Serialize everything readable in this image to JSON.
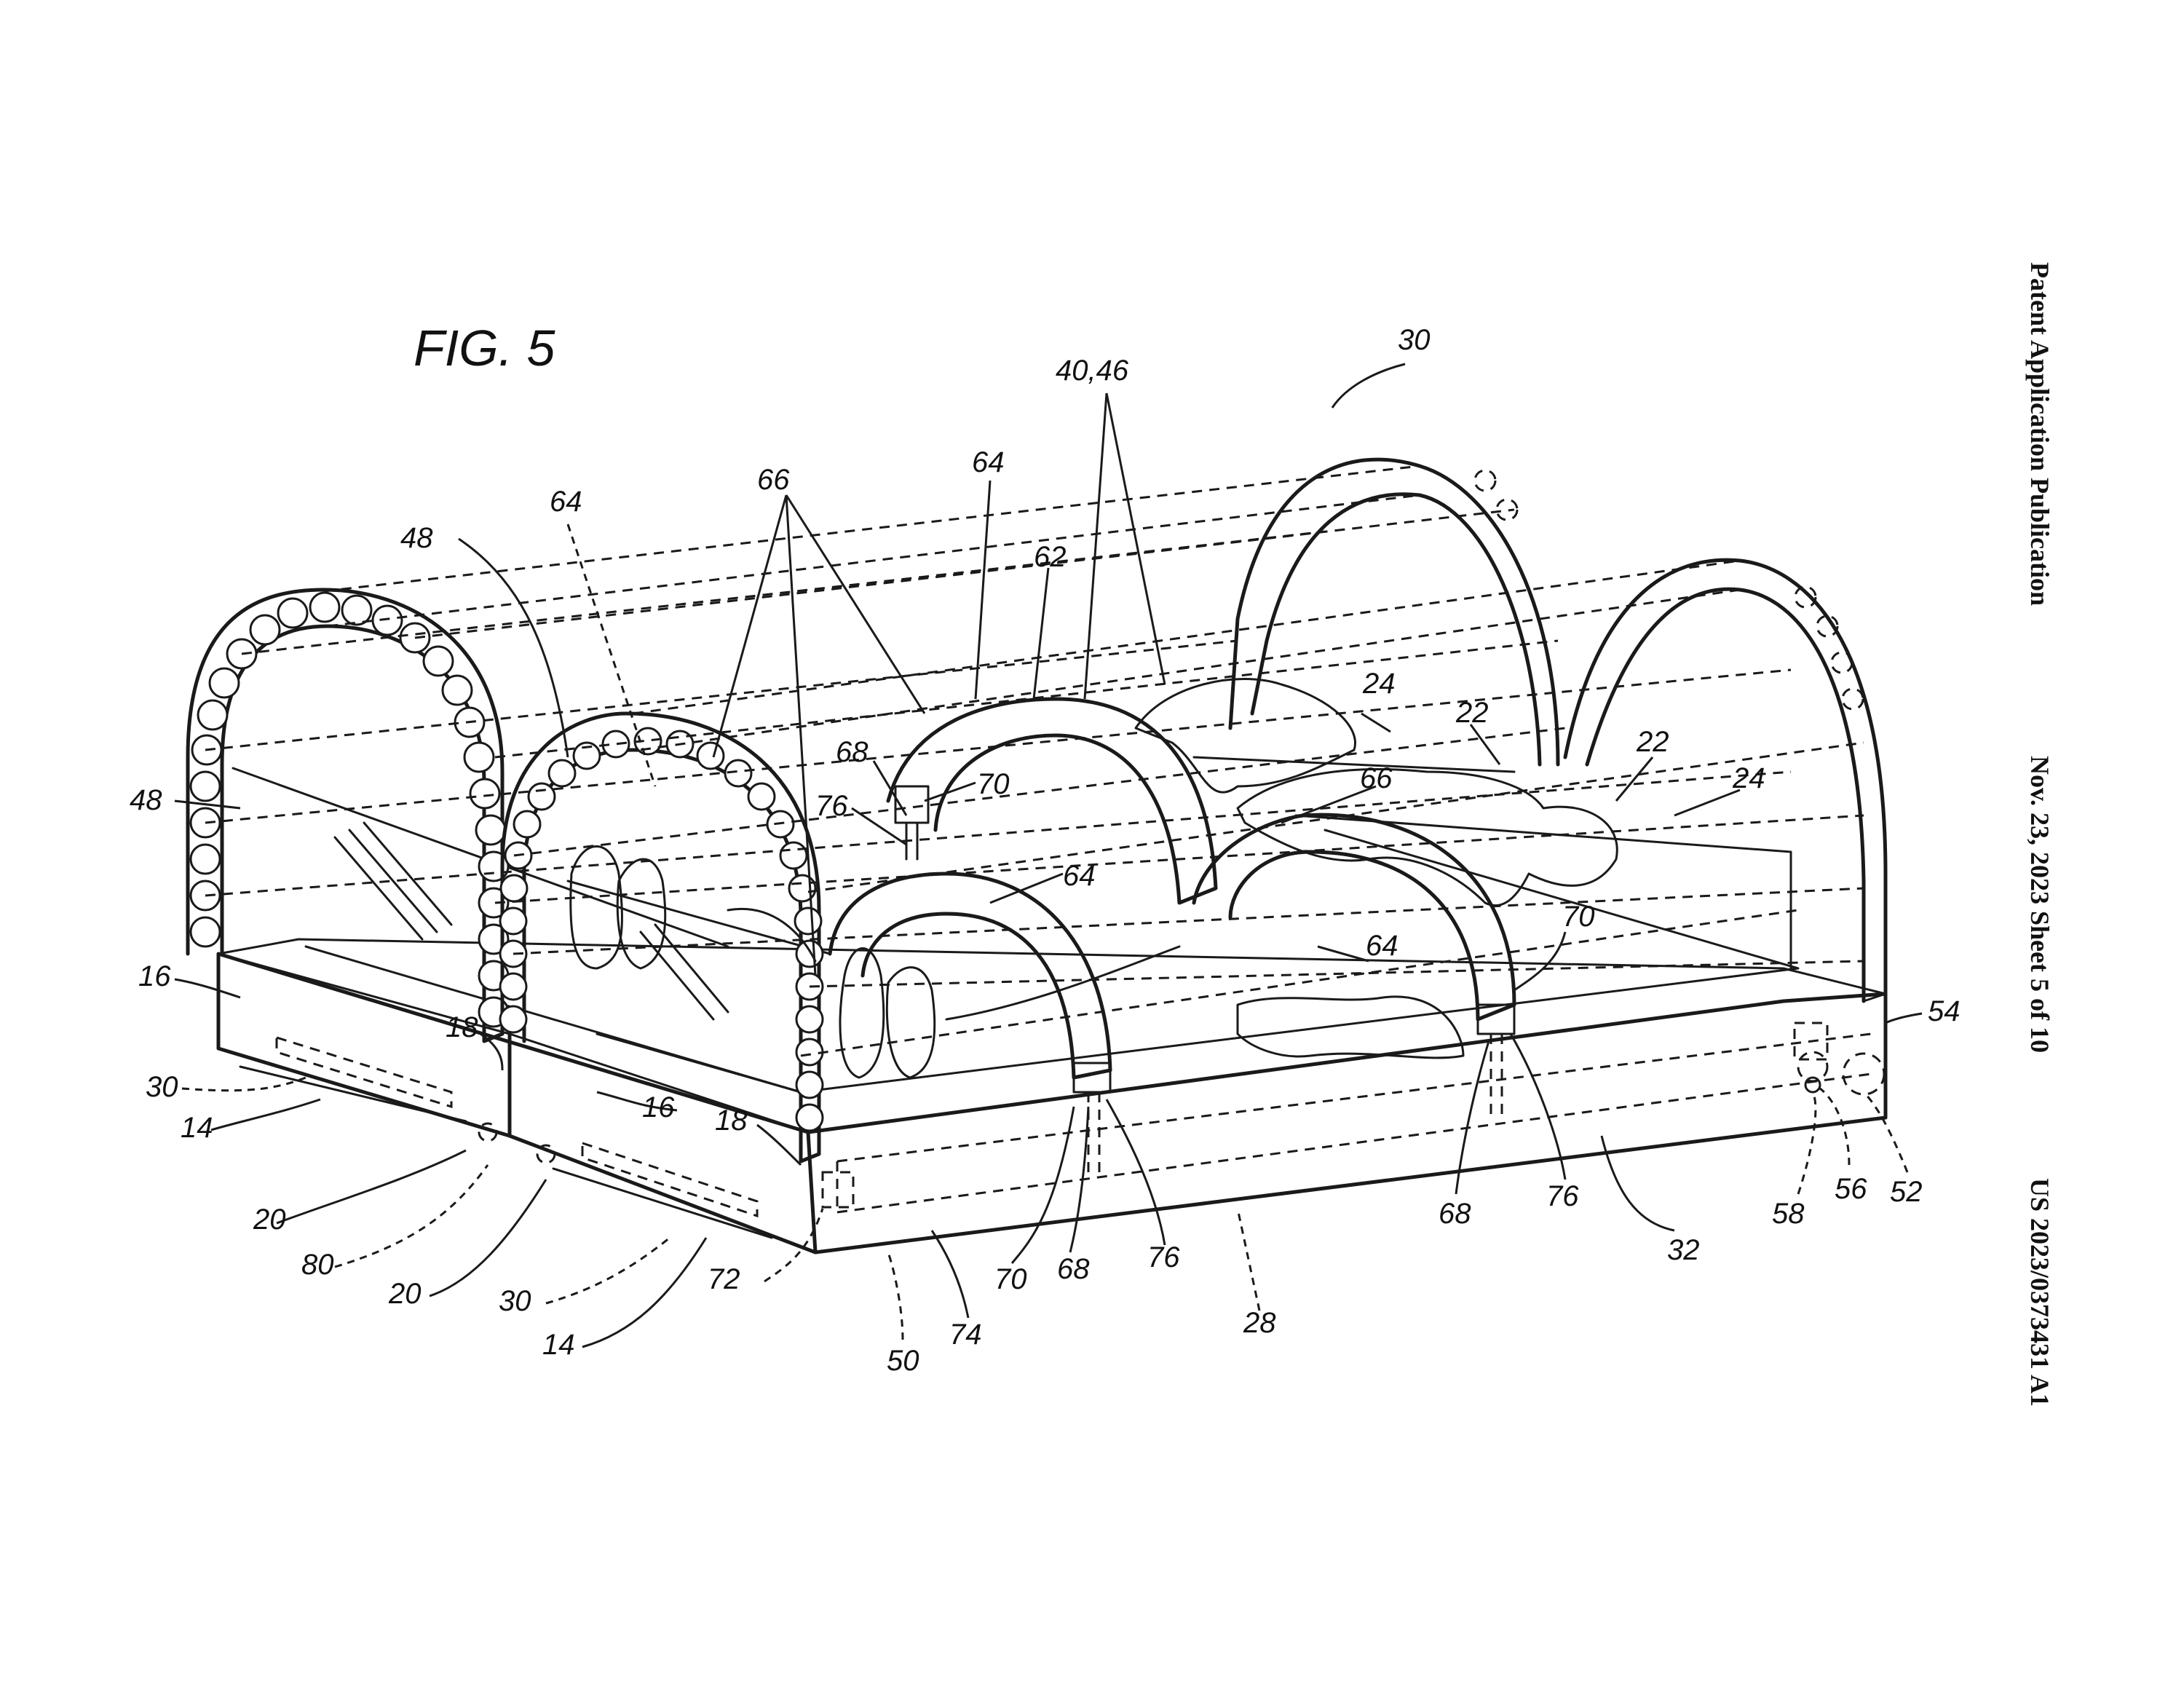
{
  "header": {
    "publication": "Patent Application Publication",
    "date_sheet": "Nov. 23, 2023  Sheet 5 of 10",
    "number": "US 2023/0373431 A1"
  },
  "figure": {
    "title": "FIG. 5"
  },
  "reference_labels": {
    "r30_top": "30",
    "r40_46": "40,46",
    "r66_top": "66",
    "r64_top": "64",
    "r64_left": "64",
    "r48_top": "48",
    "r48_left": "48",
    "r62": "62",
    "r68_upper": "68",
    "r70_upper": "70",
    "r76_upper": "76",
    "r64_mid": "64",
    "r24_top": "24",
    "r22_top": "22",
    "r66_mid": "66",
    "r22_right": "22",
    "r24_right": "24",
    "r70_right": "70",
    "r64_right": "64",
    "r16_left": "16",
    "r18_left": "18",
    "r30_left": "30",
    "r14_left": "14",
    "r16_mid": "16",
    "r18_mid": "18",
    "r20_a": "20",
    "r80": "80",
    "r20_b": "20",
    "r30_bottom": "30",
    "r14_bottom": "14",
    "r72": "72",
    "r50": "50",
    "r74": "74",
    "r70_low": "70",
    "r68_low": "68",
    "r76_low": "76",
    "r28": "28",
    "r68_right": "68",
    "r76_right": "76",
    "r32": "32",
    "r58": "58",
    "r56": "56",
    "r52": "52",
    "r54": "54"
  }
}
